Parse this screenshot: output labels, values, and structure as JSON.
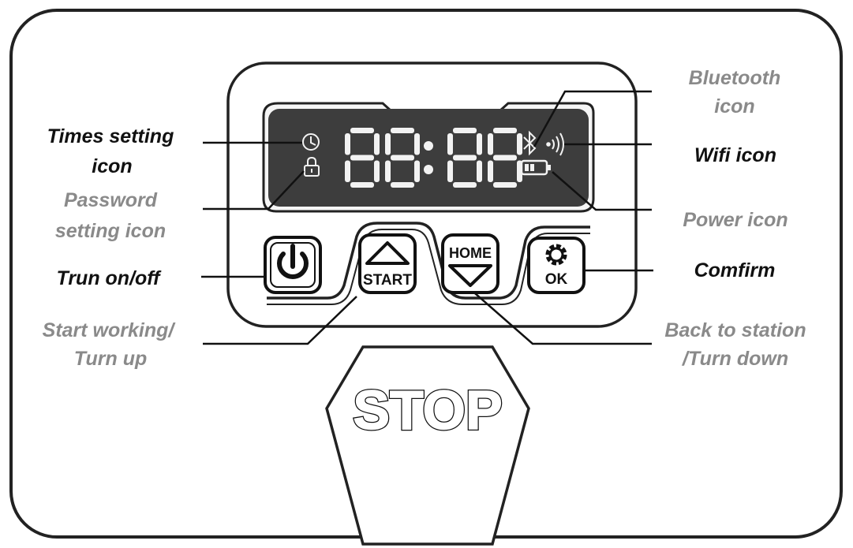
{
  "labels": {
    "times_setting": [
      "Times setting",
      "icon"
    ],
    "password_setting": [
      "Password",
      "setting icon"
    ],
    "turn_on_off": "Trun on/off",
    "start_working": [
      "Start working/",
      "Turn up"
    ],
    "bluetooth": [
      "Bluetooth",
      "icon"
    ],
    "wifi": "Wifi icon",
    "power": "Power icon",
    "confirm": "Comfirm",
    "back_to_station": [
      "Back to station",
      "/Turn down"
    ]
  },
  "display": {
    "digits": [
      "8",
      "8",
      "8",
      "8"
    ]
  },
  "buttons": {
    "start": "START",
    "home": "HOME",
    "ok": "OK",
    "stop": "STOP"
  },
  "icons": {
    "clock": "clock-icon",
    "lock": "lock-icon",
    "bluetooth": "bluetooth-icon",
    "wifi": "wifi-icon",
    "battery": "battery-icon",
    "power": "power-icon",
    "up_triangle": "triangle-up-icon",
    "down_triangle": "triangle-down-icon",
    "gear": "gear-icon"
  },
  "colors": {
    "display_bg": "#3d3d3d",
    "label_dark": "#111111",
    "label_gray": "#8a8a8a"
  }
}
